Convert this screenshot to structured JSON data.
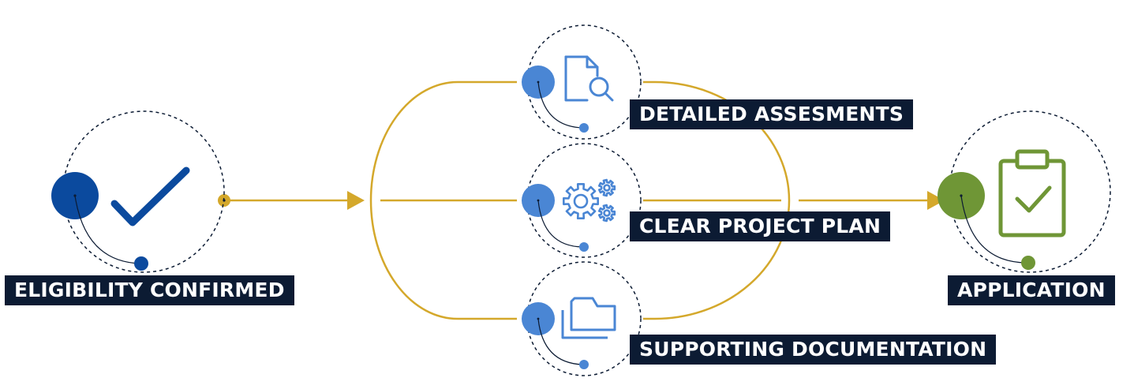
{
  "diagram": {
    "stages": {
      "eligibility": "ELIGIBILITY CONFIRMED",
      "assessments": "DETAILED ASSESMENTS",
      "project_plan": "CLEAR PROJECT PLAN",
      "documentation": "SUPPORTING DOCUMENTATION",
      "application": "APPLICATION"
    },
    "icons": {
      "eligibility": "checkmark-icon",
      "assessments": "document-search-icon",
      "project_plan": "gears-icon",
      "documentation": "folders-icon",
      "application": "clipboard-check-icon"
    },
    "colors": {
      "label_bg": "#0c1b33",
      "connector": "#d4a82b",
      "navy": "#0b4a9e",
      "blue": "#4a86d4",
      "green": "#6f9636"
    }
  }
}
